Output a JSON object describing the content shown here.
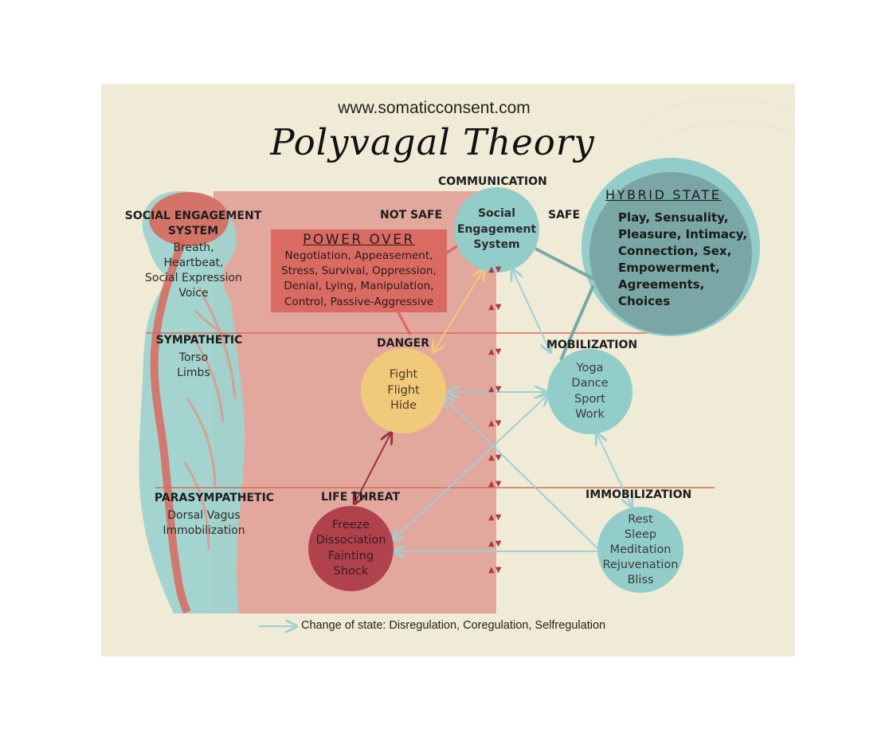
{
  "website": "www.somaticconsent.com",
  "title": "Polyvagal Theory",
  "body_labels": {
    "social": {
      "heading": "SOCIAL ENGAGEMENT SYSTEM",
      "lines": [
        "Breath,",
        "Heartbeat,",
        "Social Expression",
        "Voice"
      ]
    },
    "sympathetic": {
      "heading": "SYMPATHETIC",
      "lines": [
        "Torso",
        "Limbs"
      ]
    },
    "parasympathetic": {
      "heading": "PARASYMPATHETIC",
      "lines": [
        "Dorsal Vagus",
        "Immobilization"
      ]
    }
  },
  "zones": {
    "communication": "COMMUNICATION",
    "not_safe": "NOT SAFE",
    "safe": "SAFE",
    "danger": "DANGER",
    "mobilization": "MOBILIZATION",
    "life_threat": "LIFE THREAT",
    "immobilization": "IMMOBILIZATION"
  },
  "power_over": {
    "title": "POWER OVER",
    "lines": [
      "Negotiation, Appeasement,",
      "Stress, Survival, Oppression,",
      "Denial, Lying, Manipulation,",
      "Control, Passive-Aggressive"
    ]
  },
  "hybrid_state": {
    "title": "HYBRID STATE",
    "lines": [
      "Play, Sensuality,",
      "Pleasure, Intimacy,",
      "Connection, Sex,",
      "Empowerment,",
      "Agreements,",
      "Choices"
    ]
  },
  "circles": {
    "social_engagement": [
      "Social",
      "Engagement",
      "System"
    ],
    "danger": [
      "Fight",
      "Flight",
      "Hide"
    ],
    "mobilization": [
      "Yoga",
      "Dance",
      "Sport",
      "Work"
    ],
    "life_threat": [
      "Freeze",
      "Dissociation",
      "Fainting",
      "Shock"
    ],
    "immobilization": [
      "Rest",
      "Sleep",
      "Meditation",
      "Rejuvenation",
      "Bliss"
    ]
  },
  "colors": {
    "panel": "#f0ebd6",
    "pink_zone": "#e3a89d",
    "power_box": "#d96b62",
    "teal": "#93cdca",
    "teal_dark": "#7aa7a5",
    "yellow": "#f1c97a",
    "red": "#b0424d",
    "arrow": "#9fd0d1"
  },
  "legend": "Change of state: Disregulation, Coregulation, Selfregulation"
}
